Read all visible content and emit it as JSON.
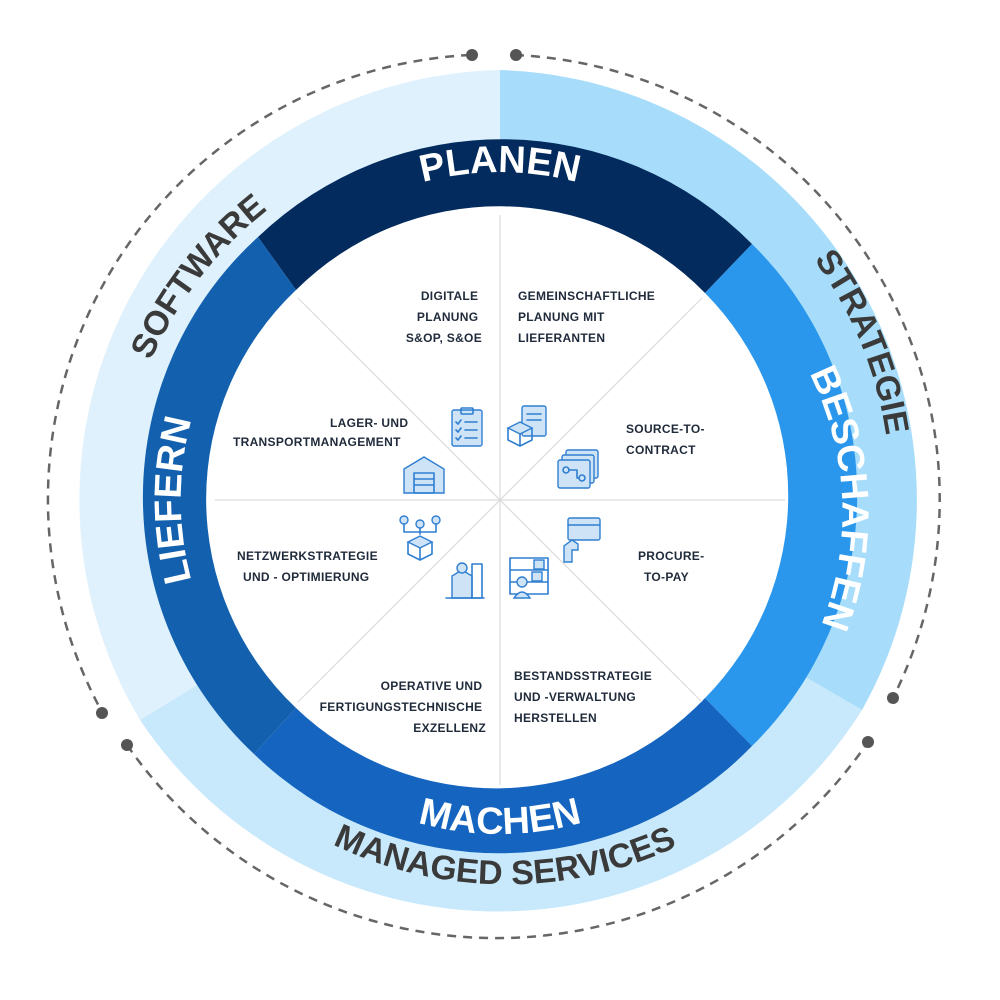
{
  "colors": {
    "planen": "#032b5e",
    "beschaffen": "#2a97ec",
    "machen": "#1565c0",
    "liefern": "#1361ae",
    "outer_software": "#def1fc",
    "outer_strategie": "#a7ddfa",
    "outer_managed": "#c8e9fb",
    "dashed": "#666666",
    "icon": "#2f7fd1"
  },
  "ring": {
    "planen": "PLANEN",
    "beschaffen": "BESCHAFFEN",
    "machen": "MACHEN",
    "liefern": "LIEFERN"
  },
  "outer": {
    "software": "SOFTWARE",
    "strategie": "STRATEGIE",
    "managed_services": "MANAGED SERVICES"
  },
  "segments": {
    "digitale_planung": [
      "DIGITALE",
      "PLANUNG",
      "S&OP, S&OE"
    ],
    "gemeinschaftliche_planung": [
      "GEMEINSCHAFTLICHE",
      "PLANUNG MIT",
      "LIEFERANTEN"
    ],
    "source_to_contract": [
      "SOURCE-TO-",
      "CONTRACT"
    ],
    "procure_to_pay": [
      "PROCURE-",
      "TO-PAY"
    ],
    "bestandsstrategie": [
      "BESTANDSSTRATEGIE",
      "UND -VERWALTUNG",
      "HERSTELLEN"
    ],
    "operative_exzellenz": [
      "OPERATIVE UND",
      "FERTIGUNGSTECHNISCHE",
      "EXZELLENZ"
    ],
    "netzwerkstrategie": [
      "NETZWERKSTRATEGIE",
      "UND - OPTIMIERUNG"
    ],
    "lager_transport": [
      "LAGER- UND",
      "TRANSPORTMANAGEMENT"
    ]
  },
  "icons": {
    "digitale_planung": "clipboard-checklist-icon",
    "gemeinschaftliche_planung": "box-and-document-icon",
    "source_to_contract": "workflow-cards-icon",
    "procure_to_pay": "hand-card-payment-icon",
    "bestandsstrategie": "inventory-shelf-person-icon",
    "operative_exzellenz": "factory-worker-icon",
    "netzwerkstrategie": "network-box-icon",
    "lager_transport": "warehouse-icon"
  }
}
